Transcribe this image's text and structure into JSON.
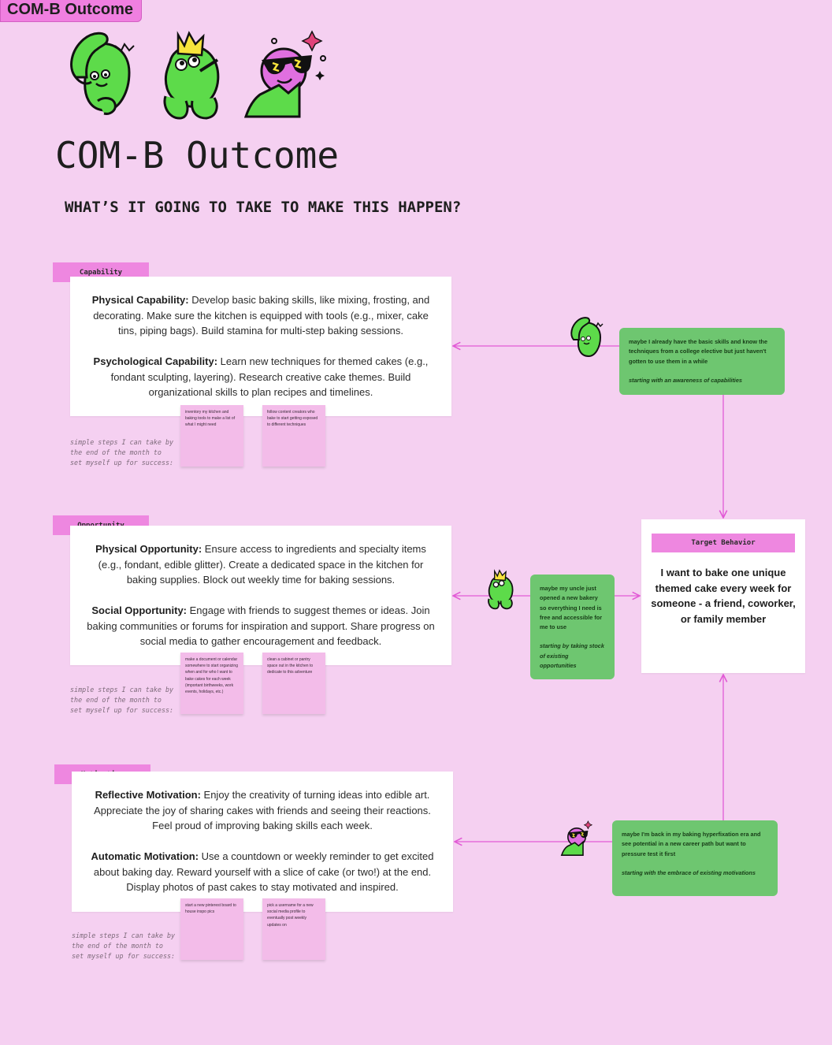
{
  "frame_tag": "COM-B Outcome",
  "title": "COM-B Outcome",
  "subtitle": "WHAT’S IT GOING TO TAKE TO MAKE THIS HAPPEN?",
  "steps_note": "simple steps I can take by\nthe end of the month to\nset myself up for success:",
  "colors": {
    "background": "#f5d0f1",
    "tag_pink": "#ee87e0",
    "sticky_pink": "#f3bce9",
    "note_green": "#6ec670",
    "arrow": "#e25ad6",
    "character_green": "#5ddb4a"
  },
  "capability": {
    "tag": "Capability",
    "p1_bold": "Physical Capability:",
    "p1_text": " Develop basic baking skills, like mixing, frosting, and decorating. Make sure the kitchen is equipped with tools (e.g., mixer, cake tins, piping bags). Build stamina for multi-step baking sessions.",
    "p2_bold": "Psychological Capability:",
    "p2_text": " Learn new techniques for themed cakes (e.g., fondant sculpting, layering). Research creative cake themes. Build organizational skills to plan recipes and timelines.",
    "stickies": [
      "inventory my kitchen and baking tools to make a list of what I might need",
      "follow content creators who bake to start getting exposed to different techniques"
    ],
    "note_text": "maybe I already have the basic skills and know the techniques from a college elective but just haven't gotten to use them in a while",
    "note_italic": "starting with an awareness of capabilities"
  },
  "opportunity": {
    "tag": "Opportunity",
    "p1_bold": "Physical Opportunity:",
    "p1_text": " Ensure access to ingredients and specialty items (e.g., fondant, edible glitter). Create a dedicated space in the kitchen for baking supplies. Block out weekly time for baking sessions.",
    "p2_bold": "Social Opportunity:",
    "p2_text": " Engage with friends to suggest themes or ideas. Join baking communities or forums for inspiration and support. Share progress on social media to gather encouragement and feedback.",
    "stickies": [
      "make a document or calendar somewhere to start organizing when and for who I want to bake cakes for each week (important birthweeks, work events, holidays, etc.)",
      "clean a cabinet or pantry space out in the kitchen to dedicate to this adventure"
    ],
    "note_text": "maybe my uncle just opened a new bakery so everything I need is free and accessible for me to use",
    "note_italic": "starting by taking stock of existing opportunities"
  },
  "motivation": {
    "tag": "Motivation",
    "p1_bold": "Reflective Motivation:",
    "p1_text": " Enjoy the creativity of turning ideas into edible art. Appreciate the joy of sharing cakes with friends and seeing their reactions. Feel proud of improving baking skills each week.",
    "p2_bold": "Automatic Motivation:",
    "p2_text": " Use a countdown or weekly reminder to get excited about baking day. Reward yourself with a slice of cake (or two!) at the end. Display photos of past cakes to stay motivated and inspired.",
    "stickies": [
      "start a new pinterest board to house inspo pics",
      "pick a username for a new social media profile to eventually post weekly updates on"
    ],
    "note_text": "maybe I'm back in my baking hyperfixation era and see potential in a new career path but want to pressure test it first",
    "note_italic": "starting with the embrace of existing motivations"
  },
  "target": {
    "tag": "Target Behavior",
    "text": "I want to bake one unique themed cake every week for someone - a friend, coworker, or family member"
  },
  "icons": [
    "thinking-character-icon",
    "crowned-character-icon",
    "sunglasses-character-icon",
    "sparkle-icon"
  ]
}
